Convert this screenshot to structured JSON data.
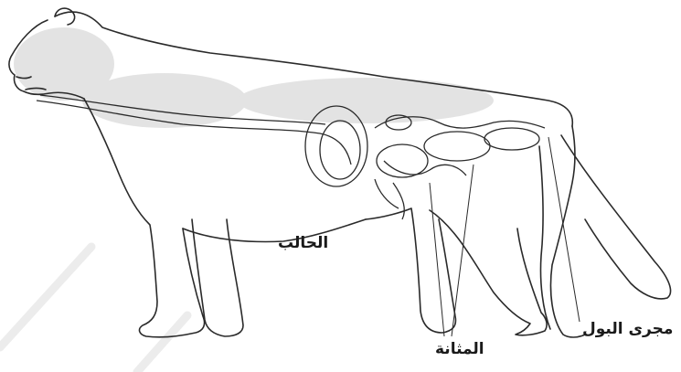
{
  "labels": {
    "ureter": "الحالب",
    "bladder": "المثانة",
    "urethra": "مجرى البول"
  },
  "colors": {
    "outline": "#2a2a2a",
    "stipple": "#9a9a9a",
    "background": "#ffffff",
    "watermark": "#e8e8e8"
  }
}
